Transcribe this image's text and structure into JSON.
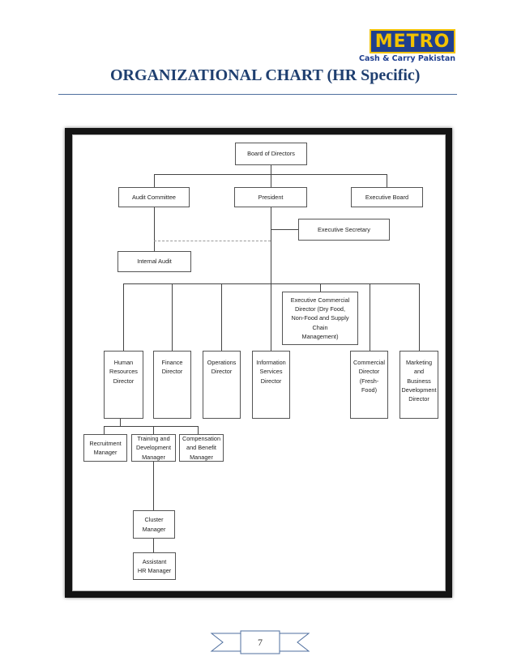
{
  "header": {
    "logo_text": "METRO",
    "logo_subtitle": "Cash & Carry Pakistan",
    "title": "ORGANIZATIONAL CHART (HR Specific)"
  },
  "org_chart": {
    "board_of_directors": "Board of Directors",
    "audit_committee": "Audit Committee",
    "president": "President",
    "executive_board": "Executive Board",
    "executive_secretary": "Executive Secretary",
    "internal_audit": "Internal Audit",
    "executive_commercial_director": "Executive Commercial\nDirector (Dry Food,\nNon-Food and Supply Chain\nManagement)",
    "hr_director": "Human\nResources\nDirector",
    "finance_director": "Finance\nDirector",
    "operations_director": "Operations\nDirector",
    "information_services_director": "Information\nServices\nDirector",
    "commercial_director": "Commercial\nDirector\n(Fresh-Food)",
    "marketing_director": "Marketing\nand\nBusiness\nDevelopment\nDirector",
    "recruitment_manager": "Recruitment\nManager",
    "training_manager": "Training and\nDevelopment\nManager",
    "compensation_manager": "Compensation\nand Benefit\nManager",
    "cluster_manager": "Cluster\nManager",
    "assistant_hr_manager": "Assistant\nHR Manager"
  },
  "footer": {
    "page_number": "7"
  },
  "colors": {
    "logo_blue": "#1f3f8f",
    "logo_yellow": "#f2c200",
    "title_navy": "#1f3f70"
  }
}
